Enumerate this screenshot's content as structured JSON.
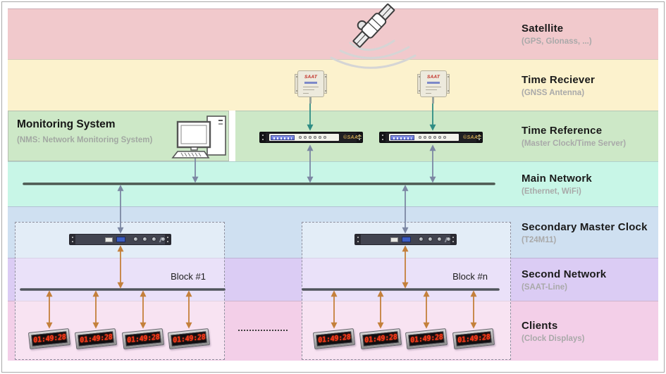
{
  "bands": [
    {
      "name": "satellite",
      "title": "Satellite",
      "subtitle": "(GPS, Glonass, ...)",
      "color": "#f1c9cc"
    },
    {
      "name": "time-receiver",
      "title": "Time Reciever",
      "subtitle": "(GNSS Antenna)",
      "color": "#fcf2cd"
    },
    {
      "name": "time-reference",
      "title": "Time Reference",
      "subtitle": "(Master Clock/Time Server)",
      "color": "#cde8c7"
    },
    {
      "name": "main-network",
      "title": "Main Network",
      "subtitle": "(Ethernet, WiFi)",
      "color": "#c8f6e7"
    },
    {
      "name": "secondary-master-clock",
      "title": "Secondary Master Clock",
      "subtitle": "(T24M11)",
      "color": "#cfe0f1"
    },
    {
      "name": "second-network",
      "title": "Second Network",
      "subtitle": "(SAAT-Line)",
      "color": "#dbccf4"
    },
    {
      "name": "clients",
      "title": "Clients",
      "subtitle": "(Clock Displays)",
      "color": "#f3cfe8"
    }
  ],
  "monitoring": {
    "title": "Monitoring System",
    "subtitle": "(NMS: Network Monitoring System)"
  },
  "blocks": [
    {
      "label": "Block #1"
    },
    {
      "label": "Block #n"
    }
  ],
  "devices": {
    "antenna_brand": "SAAT",
    "rack_brand": "©SAAT",
    "clock_time": "01:49:28"
  },
  "colors": {
    "arrow_grey": "#7c87a3",
    "arrow_teal": "#2f8d84",
    "arrow_orange": "#c4803b",
    "network_line": "#4d5952",
    "led_red": "#ff3a1c"
  }
}
